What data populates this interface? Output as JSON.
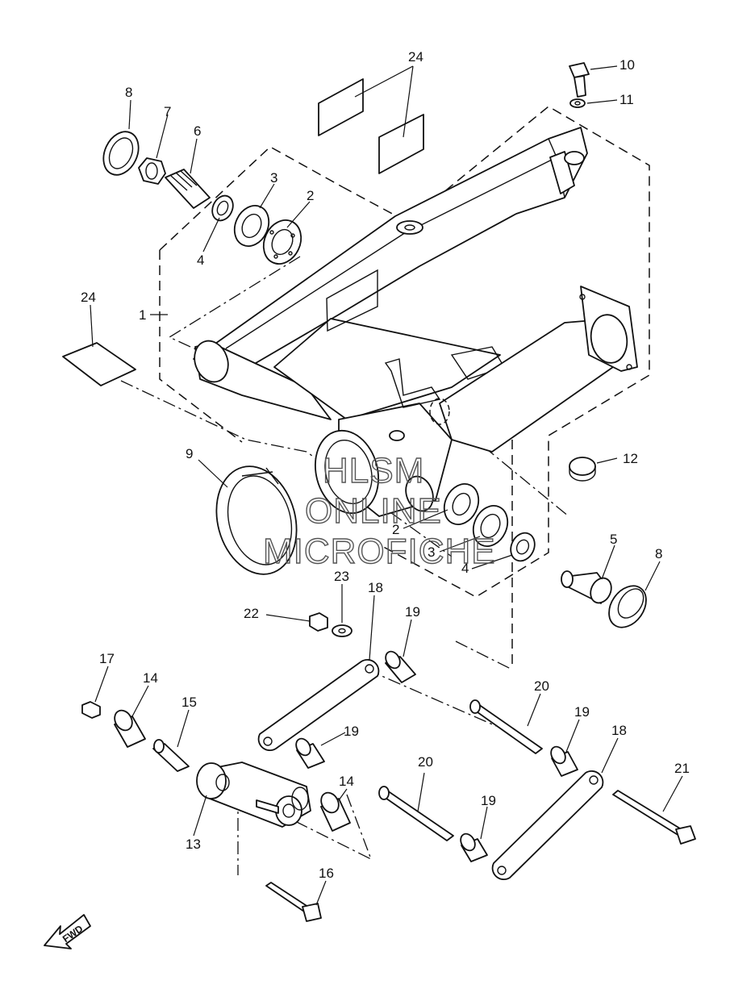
{
  "watermark": {
    "line1": "HLSM",
    "line2": "ONLINE",
    "line3": "MICROFICHE"
  },
  "direction_label": "FWD",
  "callouts": [
    {
      "id": "c24a",
      "label": "24"
    },
    {
      "id": "c10",
      "label": "10"
    },
    {
      "id": "c11",
      "label": "11"
    },
    {
      "id": "c8a",
      "label": "8"
    },
    {
      "id": "c7",
      "label": "7"
    },
    {
      "id": "c6",
      "label": "6"
    },
    {
      "id": "c3a",
      "label": "3"
    },
    {
      "id": "c2a",
      "label": "2"
    },
    {
      "id": "c4a",
      "label": "4"
    },
    {
      "id": "c24b",
      "label": "24"
    },
    {
      "id": "c1",
      "label": "1"
    },
    {
      "id": "c9",
      "label": "9"
    },
    {
      "id": "c12",
      "label": "12"
    },
    {
      "id": "c2b",
      "label": "2"
    },
    {
      "id": "c3b",
      "label": "3"
    },
    {
      "id": "c4b",
      "label": "4"
    },
    {
      "id": "c5",
      "label": "5"
    },
    {
      "id": "c8b",
      "label": "8"
    },
    {
      "id": "c23",
      "label": "23"
    },
    {
      "id": "c18a",
      "label": "18"
    },
    {
      "id": "c22",
      "label": "22"
    },
    {
      "id": "c19a",
      "label": "19"
    },
    {
      "id": "c17",
      "label": "17"
    },
    {
      "id": "c14a",
      "label": "14"
    },
    {
      "id": "c15",
      "label": "15"
    },
    {
      "id": "c20a",
      "label": "20"
    },
    {
      "id": "c19b",
      "label": "19"
    },
    {
      "id": "c19c",
      "label": "19"
    },
    {
      "id": "c18b",
      "label": "18"
    },
    {
      "id": "c21",
      "label": "21"
    },
    {
      "id": "c20b",
      "label": "20"
    },
    {
      "id": "c14b",
      "label": "14"
    },
    {
      "id": "c19d",
      "label": "19"
    },
    {
      "id": "c13",
      "label": "13"
    },
    {
      "id": "c16",
      "label": "16"
    }
  ]
}
